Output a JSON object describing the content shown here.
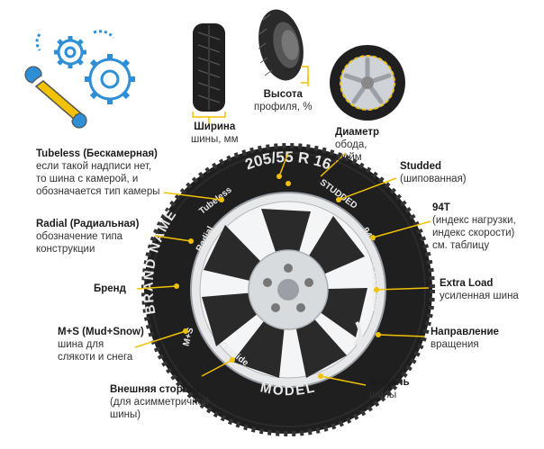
{
  "colors": {
    "accent": "#f2c200",
    "tire": "#1f1f1f",
    "rim": "#c9ccd0",
    "gear": "#2e8fd6"
  },
  "icons": [
    "gears-icon",
    "wrench-icon"
  ],
  "sidewall": {
    "size": "205/55 R 16",
    "tubeless": "Tubeless",
    "radial": "Radial",
    "brand": "BRAND NAME",
    "ms": "M+S",
    "outside": "Outside",
    "model": "MODEL",
    "studded": "STUDDED",
    "load": "94T",
    "extra": "Extra Load"
  },
  "labels": {
    "width": {
      "title": "Ширина",
      "lines": [
        "шины, мм"
      ]
    },
    "height": {
      "title": "Высота",
      "lines": [
        "профиля, %"
      ]
    },
    "diameter": {
      "title": "Диаметр",
      "lines": [
        "обода,",
        "дюйм"
      ]
    },
    "tubeless": {
      "title": "Tubeless (Бескамерная)",
      "lines": [
        "если такой надписи нет,",
        "то шина с камерой, и",
        "обозначается тип камеры"
      ]
    },
    "radial": {
      "title": "Radial (Радиальная)",
      "lines": [
        "обозначение типа",
        "конструкции"
      ]
    },
    "brand": {
      "title": "Бренд",
      "lines": []
    },
    "ms": {
      "title": "M+S (Mud+Snow)",
      "lines": [
        "шина для",
        "слякоти и снега"
      ]
    },
    "outside": {
      "title": "Внешняя сторона",
      "lines": [
        "(для асимметричной",
        "шины)"
      ]
    },
    "model": {
      "title": "Модель",
      "lines": [
        "шины"
      ]
    },
    "studded": {
      "title": "Studded",
      "lines": [
        "(шипованная)"
      ]
    },
    "load": {
      "title": "94T",
      "lines": [
        "(индекс нагрузки,",
        "индекс скорости)",
        "см. таблицу"
      ]
    },
    "extra": {
      "title": "Extra Load",
      "lines": [
        "усиленная шина"
      ]
    },
    "direction": {
      "title": "Направление",
      "lines": [
        "вращения"
      ]
    }
  }
}
